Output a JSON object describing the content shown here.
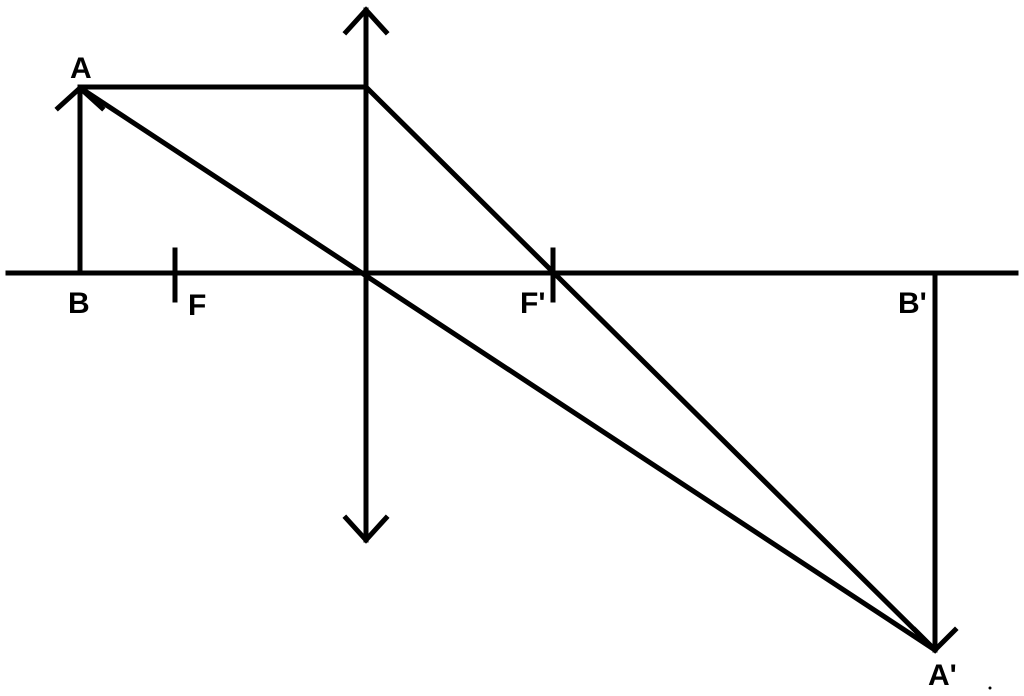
{
  "diagram": {
    "type": "converging-lens-ray-diagram",
    "labels": {
      "A": "A",
      "B": "B",
      "F": "F",
      "F_prime": "F'",
      "B_prime": "B'",
      "A_prime": "A'"
    },
    "colors": {
      "line": "#000000",
      "background": "#ffffff"
    }
  }
}
